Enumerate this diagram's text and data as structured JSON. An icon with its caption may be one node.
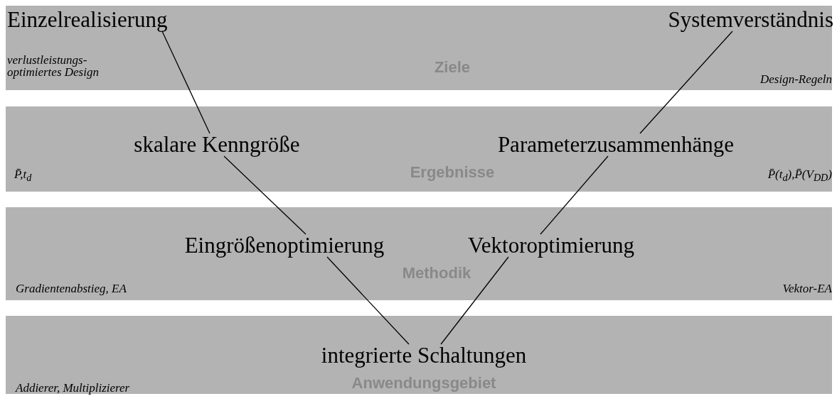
{
  "diagram": {
    "nodes": [
      {
        "text": [
          "Ziele"
        ]
      },
      {
        "text": [
          "Einzelrealisierung"
        ],
        "in": 0
      },
      {
        "text": [
          "Systemverständnis"
        ],
        "in": 0
      },
      {
        "text": [
          "Ergebnisse"
        ]
      },
      {
        "text": [
          "skalare Kenngröße"
        ],
        "in": 3
      },
      {
        "text": [
          "Parameterzusammenhänge"
        ],
        "in": 3
      },
      {
        "text": [
          "Methodik"
        ]
      },
      {
        "text": [
          "Eingrößenoptimierung"
        ],
        "in": 6
      },
      {
        "text": [
          "Vektoroptimierung"
        ],
        "in": 6
      },
      {
        "text": [
          "Anwendungsgebiet"
        ]
      },
      {
        "text": [
          "integrierte Schaltungen"
        ],
        "in": 9
      }
    ],
    "edges": [
      {
        "from": 10,
        "to": 7,
        "arrow": "none"
      },
      {
        "from": 10,
        "to": 8,
        "arrow": "none"
      },
      {
        "from": 7,
        "to": 4,
        "arrow": "none"
      },
      {
        "from": 8,
        "to": 5,
        "arrow": "none"
      },
      {
        "from": 4,
        "to": 1,
        "arrow": "none"
      },
      {
        "from": 5,
        "to": 2,
        "arrow": "none"
      }
    ],
    "labels": [
      "verlustleistungs- optimiertes Design",
      "Design-Regeln",
      "*P̄*,*t*$_{d}$",
      "*P̄*(*t*$_{d}$),*P̄*(*V*$_{DD}$)",
      "Gradientenabstieg, EA",
      "Vektor-EA",
      "Addierer, Multiplizierer"
    ]
  }
}
